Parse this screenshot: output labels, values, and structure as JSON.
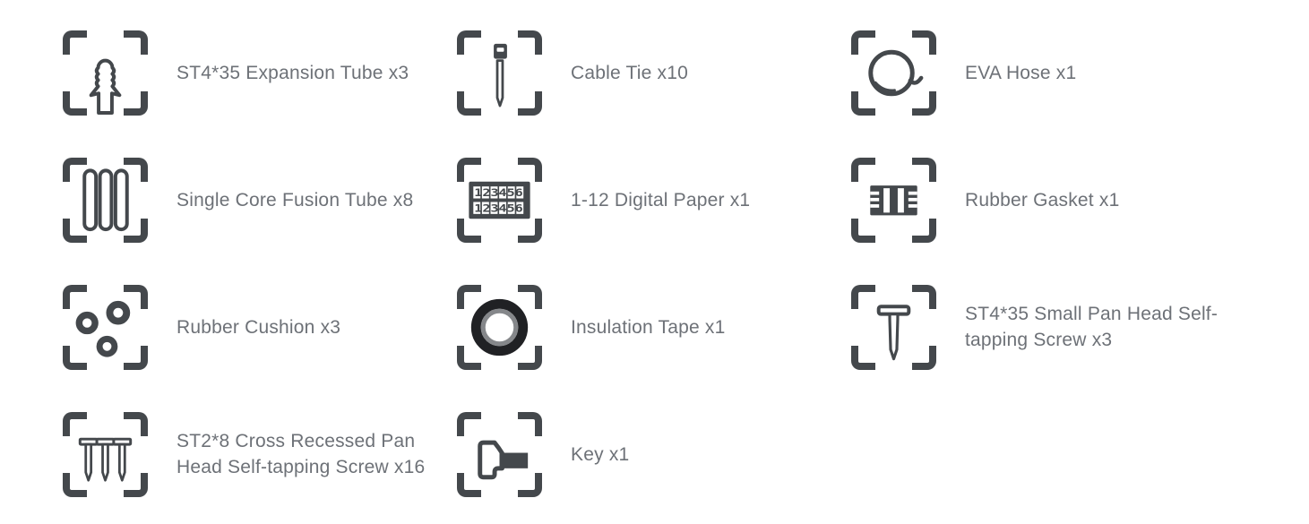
{
  "colors": {
    "icon_ink": "#44484c",
    "label_text": "#6d7177",
    "tape_outer_ring": "#202124",
    "tape_inner_ring": "#85878a",
    "background": "#ffffff"
  },
  "items": [
    {
      "icon": "expansion-tube",
      "label": "ST4*35 Expansion Tube x3"
    },
    {
      "icon": "cable-tie",
      "label": "Cable Tie x10"
    },
    {
      "icon": "eva-hose",
      "label": "EVA Hose x1"
    },
    {
      "icon": "fusion-tube",
      "label": "Single Core Fusion Tube x8"
    },
    {
      "icon": "digital-paper",
      "label": "1-12 Digital Paper x1"
    },
    {
      "icon": "rubber-gasket",
      "label": "Rubber Gasket x1"
    },
    {
      "icon": "rubber-cushion",
      "label": "Rubber Cushion x3"
    },
    {
      "icon": "insulation-tape",
      "label": "Insulation Tape x1"
    },
    {
      "icon": "pan-head-screw",
      "label": "ST4*35 Small Pan Head Self-tapping Screw x3"
    },
    {
      "icon": "cross-screws",
      "label": "ST2*8 Cross Recessed Pan Head Self-tapping Screw x16"
    },
    {
      "icon": "key",
      "label": "Key x1"
    }
  ],
  "digital_paper": {
    "row_top": "123456",
    "row_bottom": "123456"
  }
}
